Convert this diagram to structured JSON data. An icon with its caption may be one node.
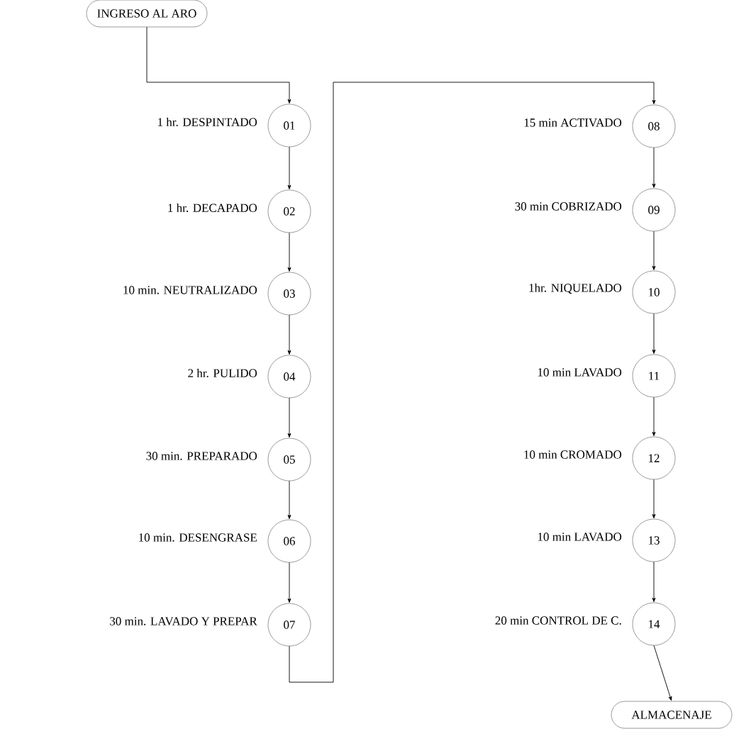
{
  "diagram": {
    "nodes": [
      {
        "text": [
          "INGRESO AL ARO"
        ]
      },
      {
        "text": [
          "01"
        ],
        "beside": [
          "1 hr. DESPINTADO"
        ]
      },
      {
        "text": [
          "02"
        ],
        "beside": [
          "1 hr. DECAPADO"
        ]
      },
      {
        "text": [
          "03"
        ],
        "beside": [
          "10 min. NEUTRALIZADO"
        ]
      },
      {
        "text": [
          "04"
        ],
        "beside": [
          "2 hr. PULIDO"
        ]
      },
      {
        "text": [
          "05"
        ],
        "beside": [
          "30 min. PREPARADO"
        ]
      },
      {
        "text": [
          "06"
        ],
        "beside": [
          "10 min. DESENGRASE"
        ]
      },
      {
        "text": [
          "07"
        ],
        "beside": [
          "30 min. LAVADO Y PREPAR"
        ]
      },
      {
        "text": [
          "08"
        ],
        "beside": [
          "15 min ACTIVADO"
        ]
      },
      {
        "text": [
          "09"
        ],
        "beside": [
          "30 min COBRIZADO"
        ]
      },
      {
        "text": [
          "10"
        ],
        "beside": [
          "1hr. NIQUELADO"
        ]
      },
      {
        "text": [
          "11"
        ],
        "beside": [
          "10 min LAVADO"
        ]
      },
      {
        "text": [
          "12"
        ],
        "beside": [
          "10 min CROMADO"
        ]
      },
      {
        "text": [
          "13"
        ],
        "beside": [
          "10 min LAVADO"
        ]
      },
      {
        "text": [
          "14"
        ],
        "beside": [
          "20 min CONTROL DE C."
        ]
      },
      {
        "text": [
          "ALMACENAJE"
        ]
      }
    ],
    "edges": [
      {
        "from": 0,
        "to": 1,
        "arrow": "to"
      },
      {
        "from": 1,
        "to": 2,
        "arrow": "to"
      },
      {
        "from": 2,
        "to": 3,
        "arrow": "to"
      },
      {
        "from": 3,
        "to": 4,
        "arrow": "to"
      },
      {
        "from": 4,
        "to": 5,
        "arrow": "to"
      },
      {
        "from": 5,
        "to": 6,
        "arrow": "to"
      },
      {
        "from": 6,
        "to": 7,
        "arrow": "to"
      },
      {
        "from": 7,
        "to": 8,
        "arrow": "to"
      },
      {
        "from": 8,
        "to": 9,
        "arrow": "to"
      },
      {
        "from": 9,
        "to": 10,
        "arrow": "to"
      },
      {
        "from": 10,
        "to": 11,
        "arrow": "to"
      },
      {
        "from": 11,
        "to": 12,
        "arrow": "to"
      },
      {
        "from": 12,
        "to": 13,
        "arrow": "to"
      },
      {
        "from": 13,
        "to": 14,
        "arrow": "to"
      },
      {
        "from": 14,
        "to": 15,
        "arrow": "to"
      }
    ]
  }
}
